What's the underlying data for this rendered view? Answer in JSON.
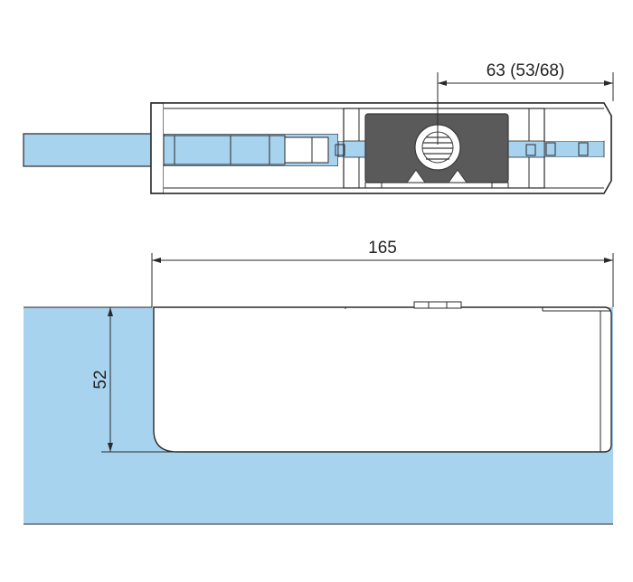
{
  "colors": {
    "glass": "#a8d3ef",
    "line": "#2a2a2a",
    "body": "#ffffff",
    "insert": "#5a5a5a",
    "insert_edge": "#3a3a3a"
  },
  "top_view": {
    "dimension_label": "63 (53/68)"
  },
  "side_view": {
    "width_label": "165",
    "height_label": "52"
  }
}
